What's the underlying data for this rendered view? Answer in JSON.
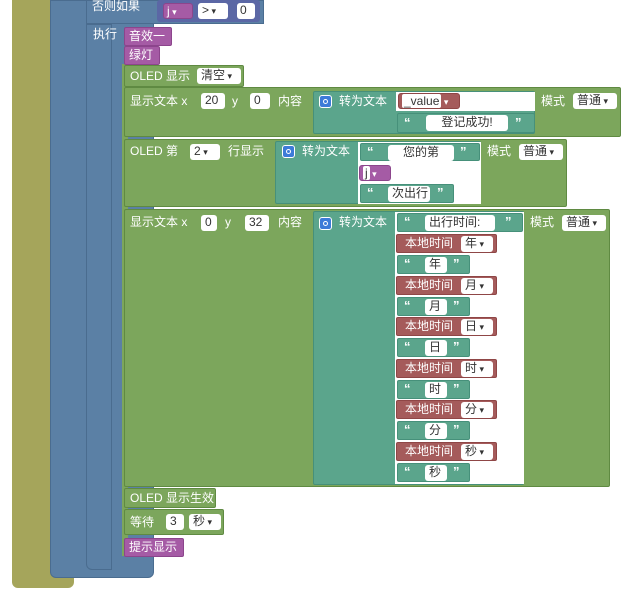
{
  "top": {
    "else_if_label": "否则如果",
    "cond_var": "j",
    "cond_op": ">",
    "cond_value": "0"
  },
  "exec_label": "执行",
  "sound": "音效一",
  "green_light": "绿灯",
  "oled_show": {
    "label": "OLED 显示",
    "value": "清空"
  },
  "show_text1": {
    "label": "显示文本 x",
    "x": "20",
    "y_label": "y",
    "y": "0",
    "content_label": "内容",
    "to_text": "转为文本",
    "var": "_value",
    "text": "登记成功!",
    "mode_label": "模式",
    "mode": "普通"
  },
  "oled_line": {
    "label_a": "OLED 第",
    "line": "2",
    "label_b": "行显示",
    "to_text": "转为文本",
    "text1": "您的第",
    "var": "j",
    "text2": "次出行",
    "mode_label": "模式",
    "mode": "普通"
  },
  "show_text2": {
    "label": "显示文本 x",
    "x": "0",
    "y_label": "y",
    "y": "32",
    "content_label": "内容",
    "to_text": "转为文本",
    "head": "出行时间:",
    "mode_label": "模式",
    "mode": "普通",
    "local_time_label": "本地时间",
    "items": [
      {
        "unit": "年",
        "text": "年"
      },
      {
        "unit": "月",
        "text": "月"
      },
      {
        "unit": "日",
        "text": "日"
      },
      {
        "unit": "时",
        "text": "时"
      },
      {
        "unit": "分",
        "text": "分"
      },
      {
        "unit": "秒",
        "text": "秒"
      }
    ]
  },
  "oled_effect": "OLED 显示生效",
  "wait": {
    "label": "等待",
    "value": "3",
    "unit": "秒"
  },
  "prompt_show": "提示显示",
  "quote_open": "“",
  "quote_close": "”"
}
